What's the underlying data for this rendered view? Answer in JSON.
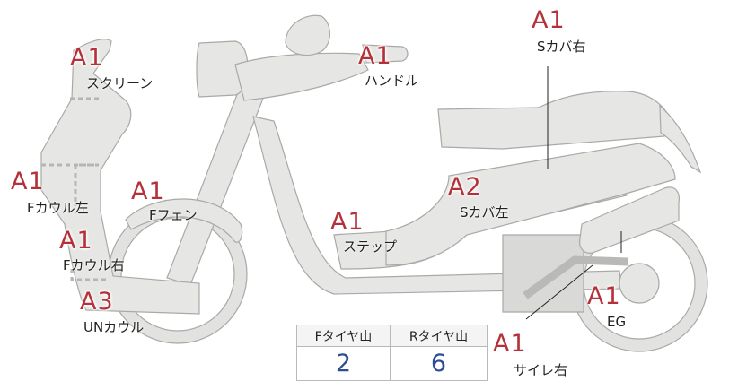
{
  "parts": [
    {
      "id": "screen",
      "grade": "A1",
      "label": "スクリーン"
    },
    {
      "id": "handle",
      "grade": "A1",
      "label": "ハンドル"
    },
    {
      "id": "seat-cover-right",
      "grade": "A1",
      "label": "Sカバ右"
    },
    {
      "id": "front-cowl-left",
      "grade": "A1",
      "label": "Fカウル左"
    },
    {
      "id": "front-fender",
      "grade": "A1",
      "label": "Fフェン"
    },
    {
      "id": "seat-cover-left",
      "grade": "A2",
      "label": "Sカバ左"
    },
    {
      "id": "front-cowl-right",
      "grade": "A1",
      "label": "Fカウル右"
    },
    {
      "id": "step",
      "grade": "A1",
      "label": "ステップ"
    },
    {
      "id": "under-cowl",
      "grade": "A3",
      "label": "UNカウル"
    },
    {
      "id": "engine",
      "grade": "A1",
      "label": "EG"
    },
    {
      "id": "silencer-right",
      "grade": "A1",
      "label": "サイレ右"
    }
  ],
  "tire_table": {
    "headers": [
      "Fタイヤ山",
      "Rタイヤ山"
    ],
    "values": [
      "2",
      "6"
    ]
  },
  "colors": {
    "grade": "#b5313a",
    "tire_value": "#2c4d94",
    "body_fill": "#e6e6e4",
    "body_stroke": "#a9a9a7"
  }
}
